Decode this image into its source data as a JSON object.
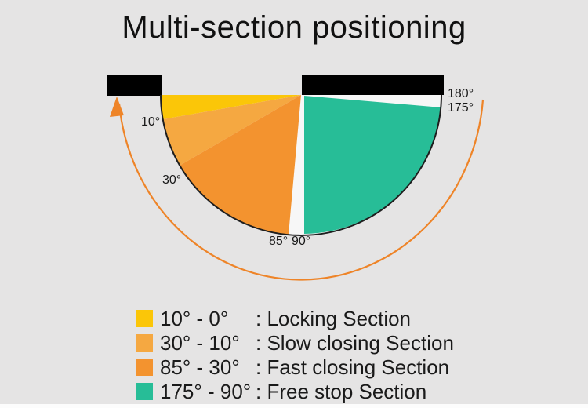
{
  "title": "Multi-section positioning",
  "colors": {
    "background": "#e5e4e4",
    "frame_black": "#000000",
    "fan_gap_white": "#f7f7f7",
    "arc_outline": "#1e1e1e",
    "locking_yellow": "#fbc608",
    "slow_orange": "#f5a841",
    "fast_orange": "#f3932f",
    "free_teal": "#27bd97",
    "swing_arrow_orange": "#ee8428",
    "text": "#1a1a1a"
  },
  "diagram": {
    "angle_labels": {
      "deg10": "10°",
      "deg30": "30°",
      "deg85": "85°",
      "deg90": "90°",
      "deg175": "175°",
      "deg180": "180°"
    },
    "sections": [
      {
        "name": "Locking Section",
        "from_deg": 0,
        "to_deg": 10,
        "color": "#fbc608"
      },
      {
        "name": "Slow closing Section",
        "from_deg": 10,
        "to_deg": 30,
        "color": "#f5a841"
      },
      {
        "name": "Fast closing Section",
        "from_deg": 30,
        "to_deg": 85,
        "color": "#f3932f"
      },
      {
        "name": "Free stop Section",
        "from_deg": 90,
        "to_deg": 175,
        "color": "#27bd97"
      }
    ]
  },
  "legend": {
    "items": [
      {
        "range": "10° - 0°",
        "label": ": Locking Section",
        "color": "#fbc608"
      },
      {
        "range": "30° - 10°",
        "label": ": Slow closing Section",
        "color": "#f5a841"
      },
      {
        "range": "85° - 30°",
        "label": ": Fast closing Section",
        "color": "#f3932f"
      },
      {
        "range": "175° - 90°",
        "label": ": Free stop Section",
        "color": "#27bd97"
      }
    ]
  }
}
